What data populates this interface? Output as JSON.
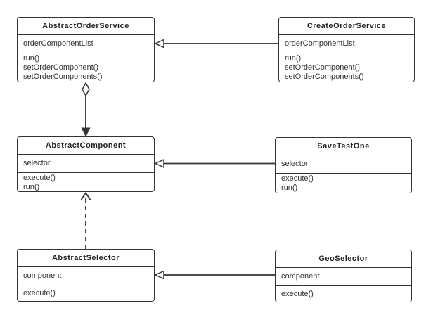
{
  "diagram": {
    "type": "uml-class-diagram",
    "classes": [
      {
        "name": "AbstractOrderService",
        "attributes": [
          "orderComponentList"
        ],
        "methods": [
          "run()",
          "setOrderComponent()",
          "setOrderComponents()"
        ]
      },
      {
        "name": "CreateOrderService",
        "attributes": [
          "orderComponentList"
        ],
        "methods": [
          "run()",
          "setOrderComponent()",
          "setOrderComponents()"
        ]
      },
      {
        "name": "AbstractComponent",
        "attributes": [
          "selector"
        ],
        "methods": [
          "execute()",
          "run()"
        ]
      },
      {
        "name": "SaveTestOne",
        "attributes": [
          "selector"
        ],
        "methods": [
          "execute()",
          "run()"
        ]
      },
      {
        "name": "AbstractSelector",
        "attributes": [
          "component"
        ],
        "methods": [
          "execute()"
        ]
      },
      {
        "name": "GeoSelector",
        "attributes": [
          "component"
        ],
        "methods": [
          "execute()"
        ]
      }
    ],
    "relationships": [
      {
        "from": "CreateOrderService",
        "to": "AbstractOrderService",
        "type": "generalization",
        "line": "solid",
        "arrowhead": "hollow-triangle"
      },
      {
        "from": "AbstractOrderService",
        "to": "AbstractComponent",
        "type": "directed-aggregation",
        "line": "solid",
        "arrowhead": "solid-triangle",
        "tail": "hollow-diamond"
      },
      {
        "from": "SaveTestOne",
        "to": "AbstractComponent",
        "type": "generalization",
        "line": "solid",
        "arrowhead": "hollow-triangle"
      },
      {
        "from": "AbstractSelector",
        "to": "AbstractComponent",
        "type": "dependency",
        "line": "dashed",
        "arrowhead": "open-arrow"
      },
      {
        "from": "GeoSelector",
        "to": "AbstractSelector",
        "type": "generalization",
        "line": "solid",
        "arrowhead": "hollow-triangle"
      }
    ],
    "colors": {
      "line": "#333333",
      "box_border": "#333333",
      "box_fill": "#ffffff",
      "text": "#333333",
      "background": "#ffffff"
    }
  }
}
